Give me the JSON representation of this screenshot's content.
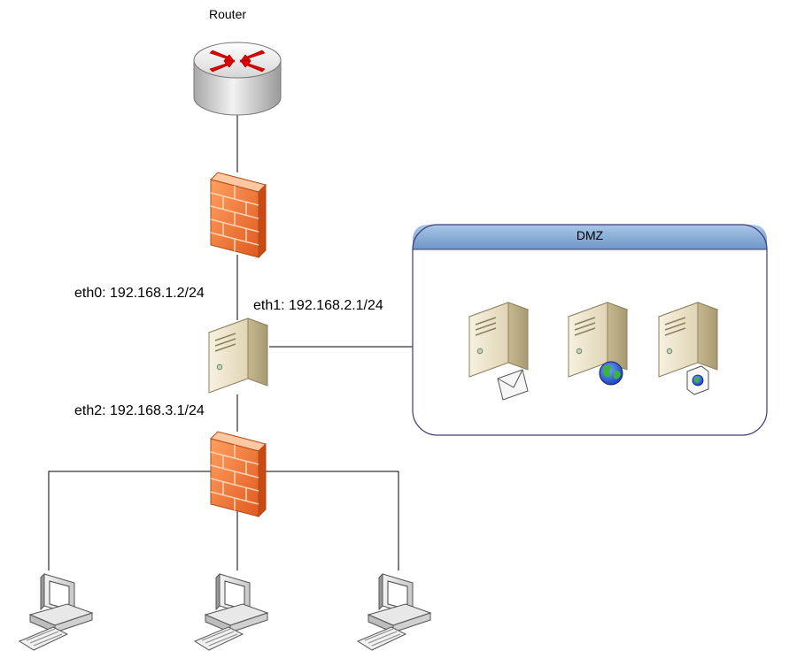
{
  "router": {
    "label": "Router"
  },
  "interfaces": {
    "eth0": "eth0: 192.168.1.2/24",
    "eth1": "eth1: 192.168.2.1/24",
    "eth2": "eth2: 192.168.3.1/24"
  },
  "dmz": {
    "title": "DMZ"
  },
  "icons": {
    "router": "router-icon",
    "firewall": "firewall-icon",
    "gateway_server": "server-icon",
    "mail_server": "mail-server-icon",
    "web_server": "web-server-icon",
    "file_server": "file-server-icon",
    "workstation": "workstation-icon"
  },
  "colors": {
    "dmz_header": "#8bb0d8",
    "dmz_border": "#3c3c78",
    "firewall": "#f07838",
    "router_arrows": "#e00000",
    "server_body": "#ede3c8"
  }
}
